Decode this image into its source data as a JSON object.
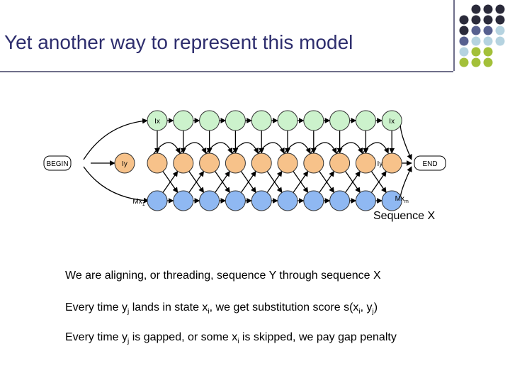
{
  "title": "Yet another way to represent this model",
  "labels": {
    "begin": "BEGIN",
    "end": "END",
    "ix_left": "Ix",
    "ix_right": "Ix",
    "iy_left": "Iy",
    "iy_right": "Iy",
    "mx_left_base": "Mx",
    "mx_left_sub": "1",
    "mx_right_base": "Mx",
    "mx_right_sub": "m"
  },
  "sequence_label": "Sequence X",
  "bullets": [
    {
      "parts": [
        "We are aligning, or threading, sequence Y through sequence X"
      ]
    },
    {
      "parts": [
        "Every time y",
        "j",
        " lands in state x",
        "i",
        ", we get substitution score s(x",
        "i",
        ", y",
        "j",
        ")"
      ]
    },
    {
      "parts": [
        "Every time y",
        "j",
        " is gapped, or some x",
        "i",
        " is skipped, we pay gap penalty"
      ]
    }
  ],
  "colors": {
    "top_node": "#ccf2cc",
    "mid_node": "#f7c28a",
    "bottom_node": "#8fb8f2",
    "grid_dark": "#2a2a3a",
    "grid_blue": "#57608f",
    "grid_light": "#b5d3e0",
    "grid_green": "#a3c039",
    "title_color": "#2e2e6e"
  }
}
